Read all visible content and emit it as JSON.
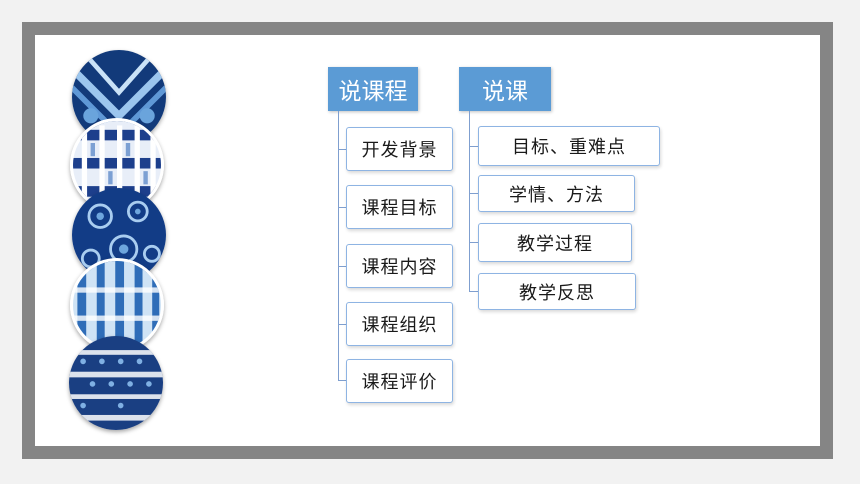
{
  "left_tree": {
    "header": "说课程",
    "items": [
      "开发背景",
      "课程目标",
      "课程内容",
      "课程组织",
      "课程评价"
    ]
  },
  "right_tree": {
    "header": "说课",
    "items": [
      "目标、重难点",
      "学情、方法",
      "教学过程",
      "教学反思"
    ]
  },
  "colors": {
    "accent": "#5b9bd5",
    "item_border": "#8eb4e3",
    "frame": "#858585",
    "indigo": "#1d3f7c"
  },
  "decor": {
    "circles": [
      "tie-dye-pattern-1",
      "tie-dye-pattern-2",
      "tie-dye-pattern-3",
      "tie-dye-pattern-4",
      "tie-dye-pattern-5"
    ]
  }
}
